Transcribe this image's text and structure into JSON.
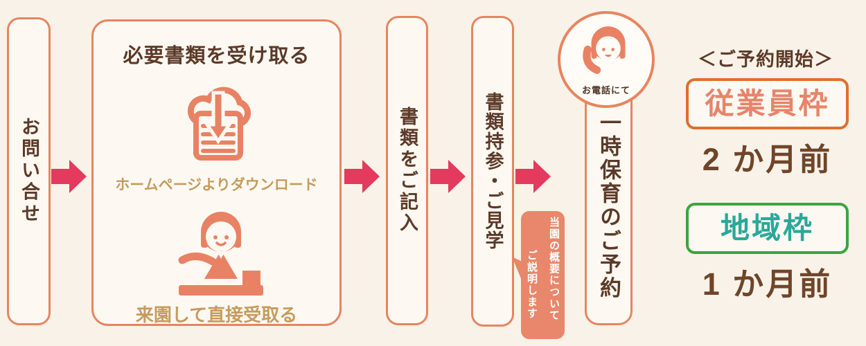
{
  "colors": {
    "background": "#F9F2E8",
    "panel_fill": "#FDF9F2",
    "panel_border": "#E8845F",
    "arrow": "#E33A5E",
    "text_dark": "#5C3A28",
    "text_tan": "#C69B5E",
    "icon_salmon": "#E98264",
    "bubble_fill": "#E8876B",
    "bubble_text": "#FFFFFF",
    "employee_border": "#E06E2D",
    "employee_text": "#E8846A",
    "region_border": "#3CA43E",
    "region_text": "#2AA89A",
    "timing_text": "#6F452A"
  },
  "flow": {
    "step1": {
      "label": "お問い合せ"
    },
    "step2": {
      "title": "必要書類を受け取る",
      "download_label": "ホームページよりダウンロード",
      "visit_label": "来園して直接受取る"
    },
    "step3": {
      "label": "書類をご記入"
    },
    "step4": {
      "label": "書類持参・ご見学"
    },
    "bubble": {
      "line1": "当園の概要について",
      "line2": "ご説明します"
    },
    "step5": {
      "phone_label": "お電話にて",
      "label": "一時保育のご予約"
    }
  },
  "reservation": {
    "heading": "＜ご予約開始＞",
    "employee": {
      "label": "従業員枠",
      "timing": "2 か月前"
    },
    "region": {
      "label": "地域枠",
      "timing": "1 か月前"
    }
  }
}
